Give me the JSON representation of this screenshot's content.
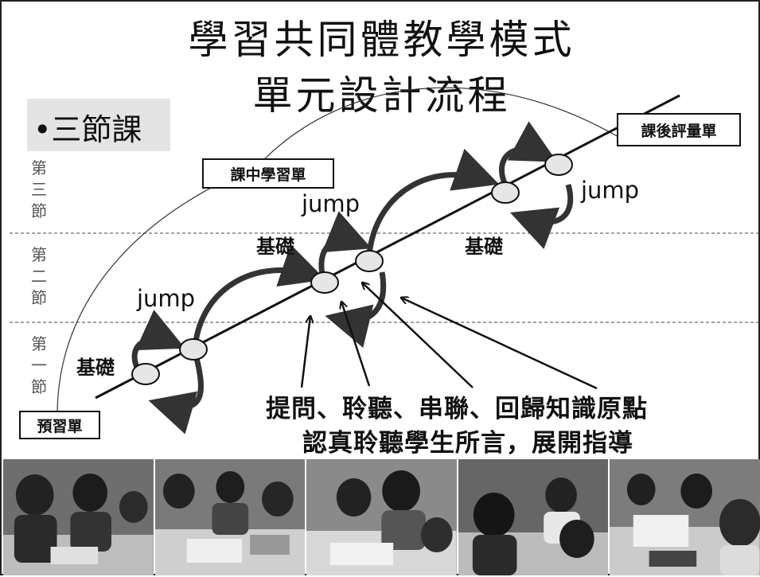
{
  "title": {
    "line1": "學習共同體教學模式",
    "line2": "單元設計流程"
  },
  "bullet": "•三節課",
  "periods": [
    {
      "label": "第三節"
    },
    {
      "label": "第二節"
    },
    {
      "label": "第一節"
    }
  ],
  "worksheets": {
    "pre": "預習單",
    "during": "課中學習單",
    "after": "課後評量單"
  },
  "stages": {
    "jump1": "jump",
    "jump2": "jump",
    "jump3": "jump",
    "basic1": "基礎",
    "basic2": "基礎",
    "basic3": "基礎"
  },
  "notes": {
    "line1": "提問、聆聽、串聯、回歸知識原點",
    "line2": "認真聆聽學生所言，展開指導"
  },
  "photos": [
    {
      "icon": "classroom-photo"
    },
    {
      "icon": "classroom-photo"
    },
    {
      "icon": "classroom-photo"
    },
    {
      "icon": "classroom-photo"
    },
    {
      "icon": "classroom-photo"
    }
  ]
}
